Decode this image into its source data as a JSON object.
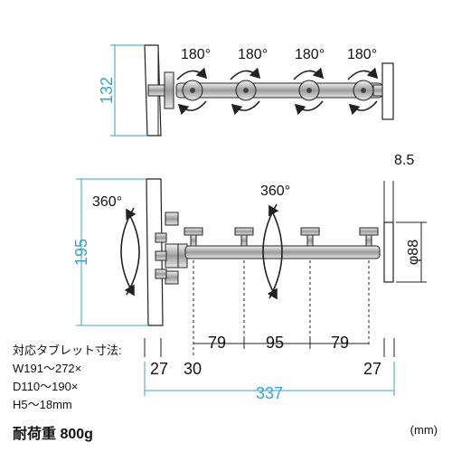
{
  "top_view": {
    "height_dim": "132",
    "rotations": [
      "180°",
      "180°",
      "180°",
      "180°"
    ]
  },
  "side_view": {
    "height_dim": "195",
    "rotation_left": "360°",
    "rotation_center": "360°",
    "plate_thickness": "8.5",
    "plate_diameter": "φ88"
  },
  "dimensions": {
    "segment_1": "79",
    "segment_2": "95",
    "segment_3": "79",
    "left_offset_a": "27",
    "left_offset_b": "30",
    "right_offset": "27",
    "total_length": "337"
  },
  "specs": {
    "title": "対応タブレット寸法:",
    "width": "W191〜272×",
    "depth": "D110〜190×",
    "height": "H5〜18mm"
  },
  "weight_label": "耐荷重 800g",
  "unit_label": "(mm)",
  "colors": {
    "dimension": "#3aa3c8",
    "line": "#222222"
  }
}
